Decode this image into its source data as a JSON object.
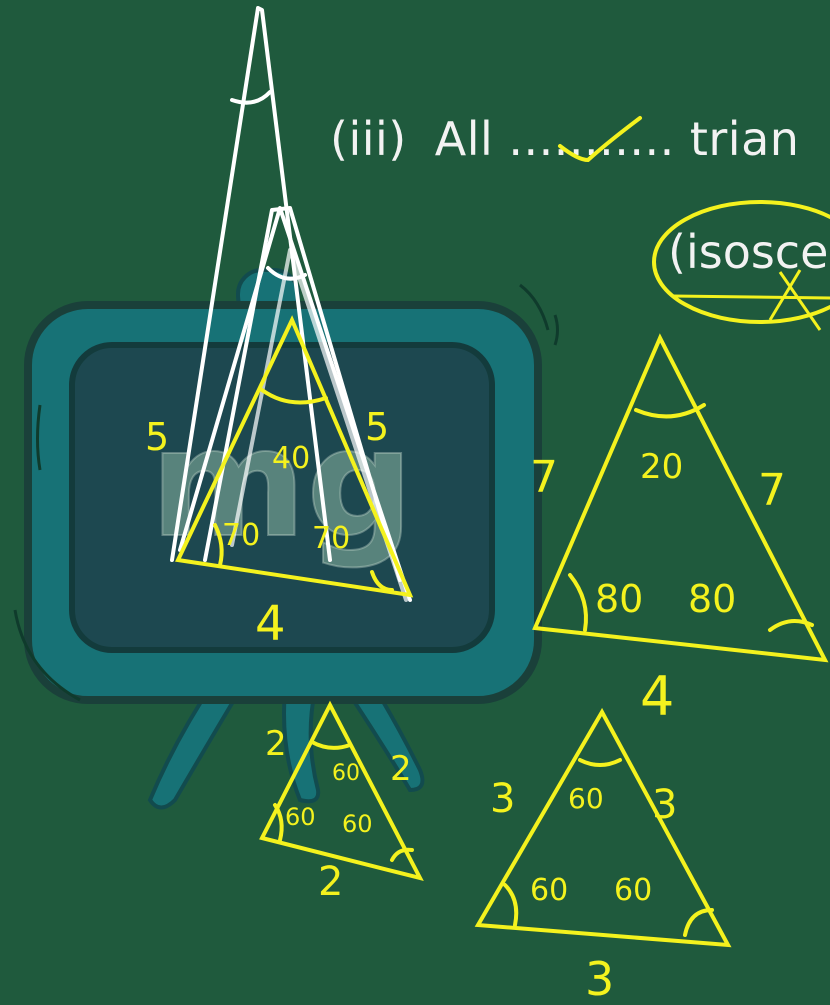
{
  "question": {
    "number": "(iii)",
    "prefix": "All",
    "blank": "...........",
    "suffix": "trian"
  },
  "option": "(isosce",
  "triangles": [
    {
      "name": "triangle-5-5-4",
      "sides": [
        "5",
        "5",
        "4"
      ],
      "angles": [
        "40",
        "70",
        "70"
      ]
    },
    {
      "name": "triangle-7-7-4",
      "sides": [
        "7",
        "7",
        "4"
      ],
      "angles": [
        "20",
        "80",
        "80"
      ]
    },
    {
      "name": "triangle-2-2-2",
      "sides": [
        "2",
        "2",
        "2"
      ],
      "angles": [
        "60",
        "60",
        "60"
      ]
    },
    {
      "name": "triangle-3-3-3",
      "sides": [
        "3",
        "3",
        "3"
      ],
      "angles": [
        "60",
        "60",
        "60"
      ]
    }
  ],
  "watermark": "mg",
  "colors": {
    "board": "#1f5a3d",
    "ink_yellow": "#f4f21e",
    "ink_white": "#ffffff",
    "logo_teal": "#17747a",
    "logo_dark": "#1c4a52"
  }
}
